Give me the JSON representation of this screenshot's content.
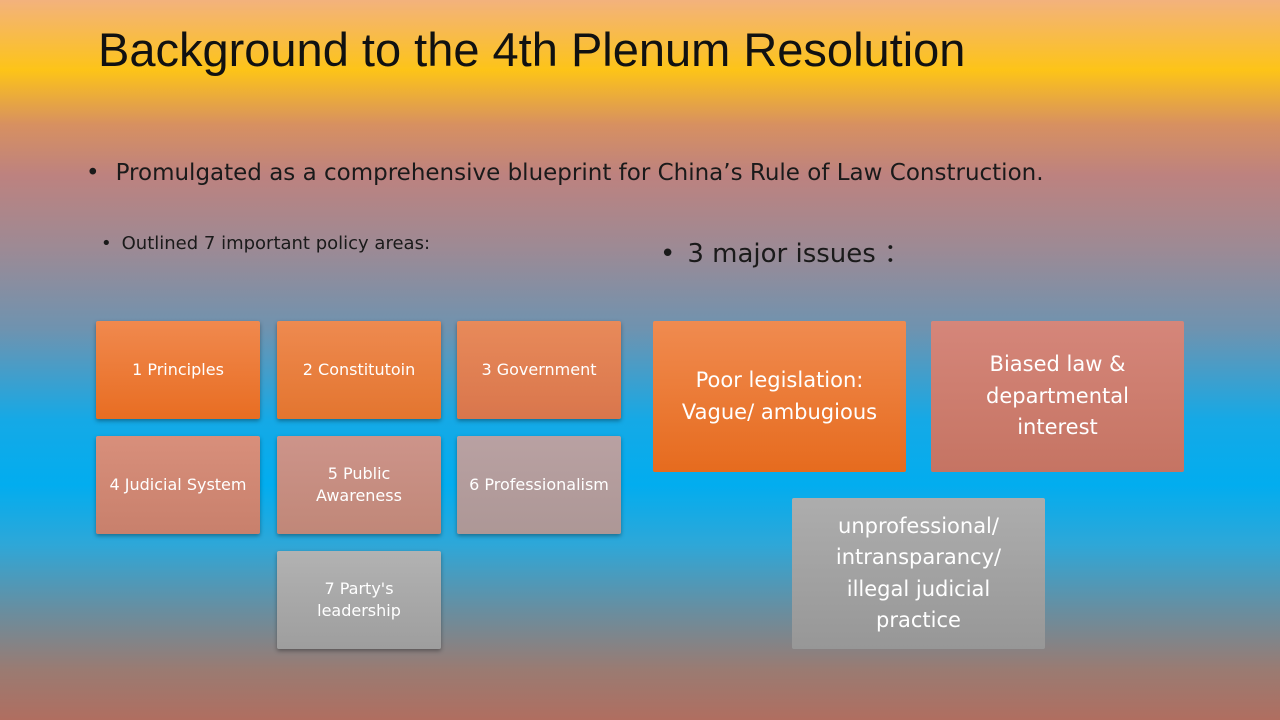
{
  "slide": {
    "title": "Background to the 4th Plenum Resolution",
    "bullet_dot": "•",
    "main_bullet": "Promulgated as a comprehensive blueprint for China’s Rule of Law Construction.",
    "policy_bullet": "Outlined 7 important policy  areas:",
    "issues_bullet": "3 major issues",
    "issues_colon": "："
  },
  "policy_areas": [
    "1 Principles",
    "2 Constitutoin",
    "3 Government",
    "4 Judicial System",
    "5 Public Awareness",
    "6 Professionalism",
    "7 Party's leadership"
  ],
  "major_issues": [
    "Poor legislation: Vague/ ambugious",
    "Biased law & departmental interest",
    "unprofessional/ intransparancy/ illegal judicial practice"
  ]
}
